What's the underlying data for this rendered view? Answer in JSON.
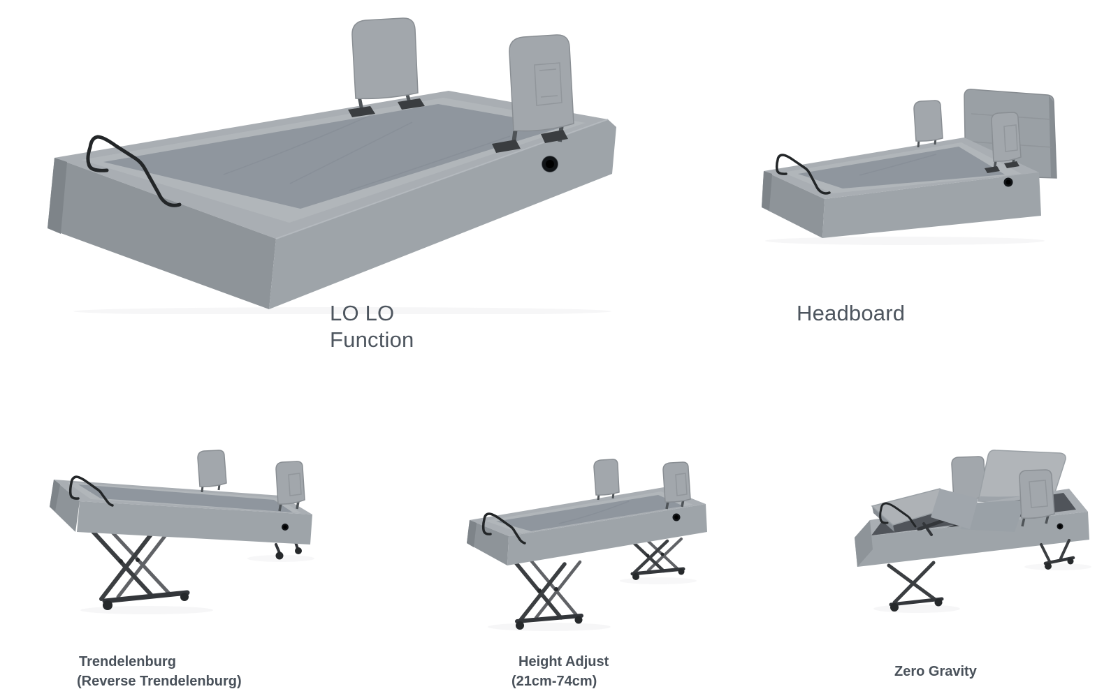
{
  "page": {
    "background": "#ffffff"
  },
  "palette": {
    "fabric_light": "#a9aeb3",
    "fabric_mid": "#9ea4a9",
    "fabric_dark": "#8e9499",
    "deck": "#8f969e",
    "bevel": "#b1b6ba",
    "rail_fabric": "#a2a7ac",
    "metal_post": "#4f5458",
    "wire_handle": "#232628",
    "lift_frame": "#3b3e41",
    "caster": "#26292b",
    "power_port": "#111417",
    "caption_text_large": "#4d555e",
    "caption_text_small": "#49515a"
  },
  "features": [
    {
      "id": "lolo-function",
      "caption_lines": [
        "LO LO",
        "Function"
      ],
      "image": "adjustable-bed-flat-low-position"
    },
    {
      "id": "headboard",
      "caption_lines": [
        "Headboard"
      ],
      "image": "adjustable-bed-with-headboard"
    },
    {
      "id": "trendelenburg",
      "caption_lines": [
        "Trendelenburg",
        "(Reverse Trendelenburg)"
      ],
      "image": "adjustable-bed-tilted-trendelenburg"
    },
    {
      "id": "height-adjust",
      "caption_lines": [
        "Height Adjust",
        "(21cm-74cm)"
      ],
      "image": "adjustable-bed-raised-on-scissor-lift"
    },
    {
      "id": "zero-gravity",
      "caption_lines": [
        "Zero Gravity"
      ],
      "image": "adjustable-bed-zero-gravity-position"
    }
  ]
}
